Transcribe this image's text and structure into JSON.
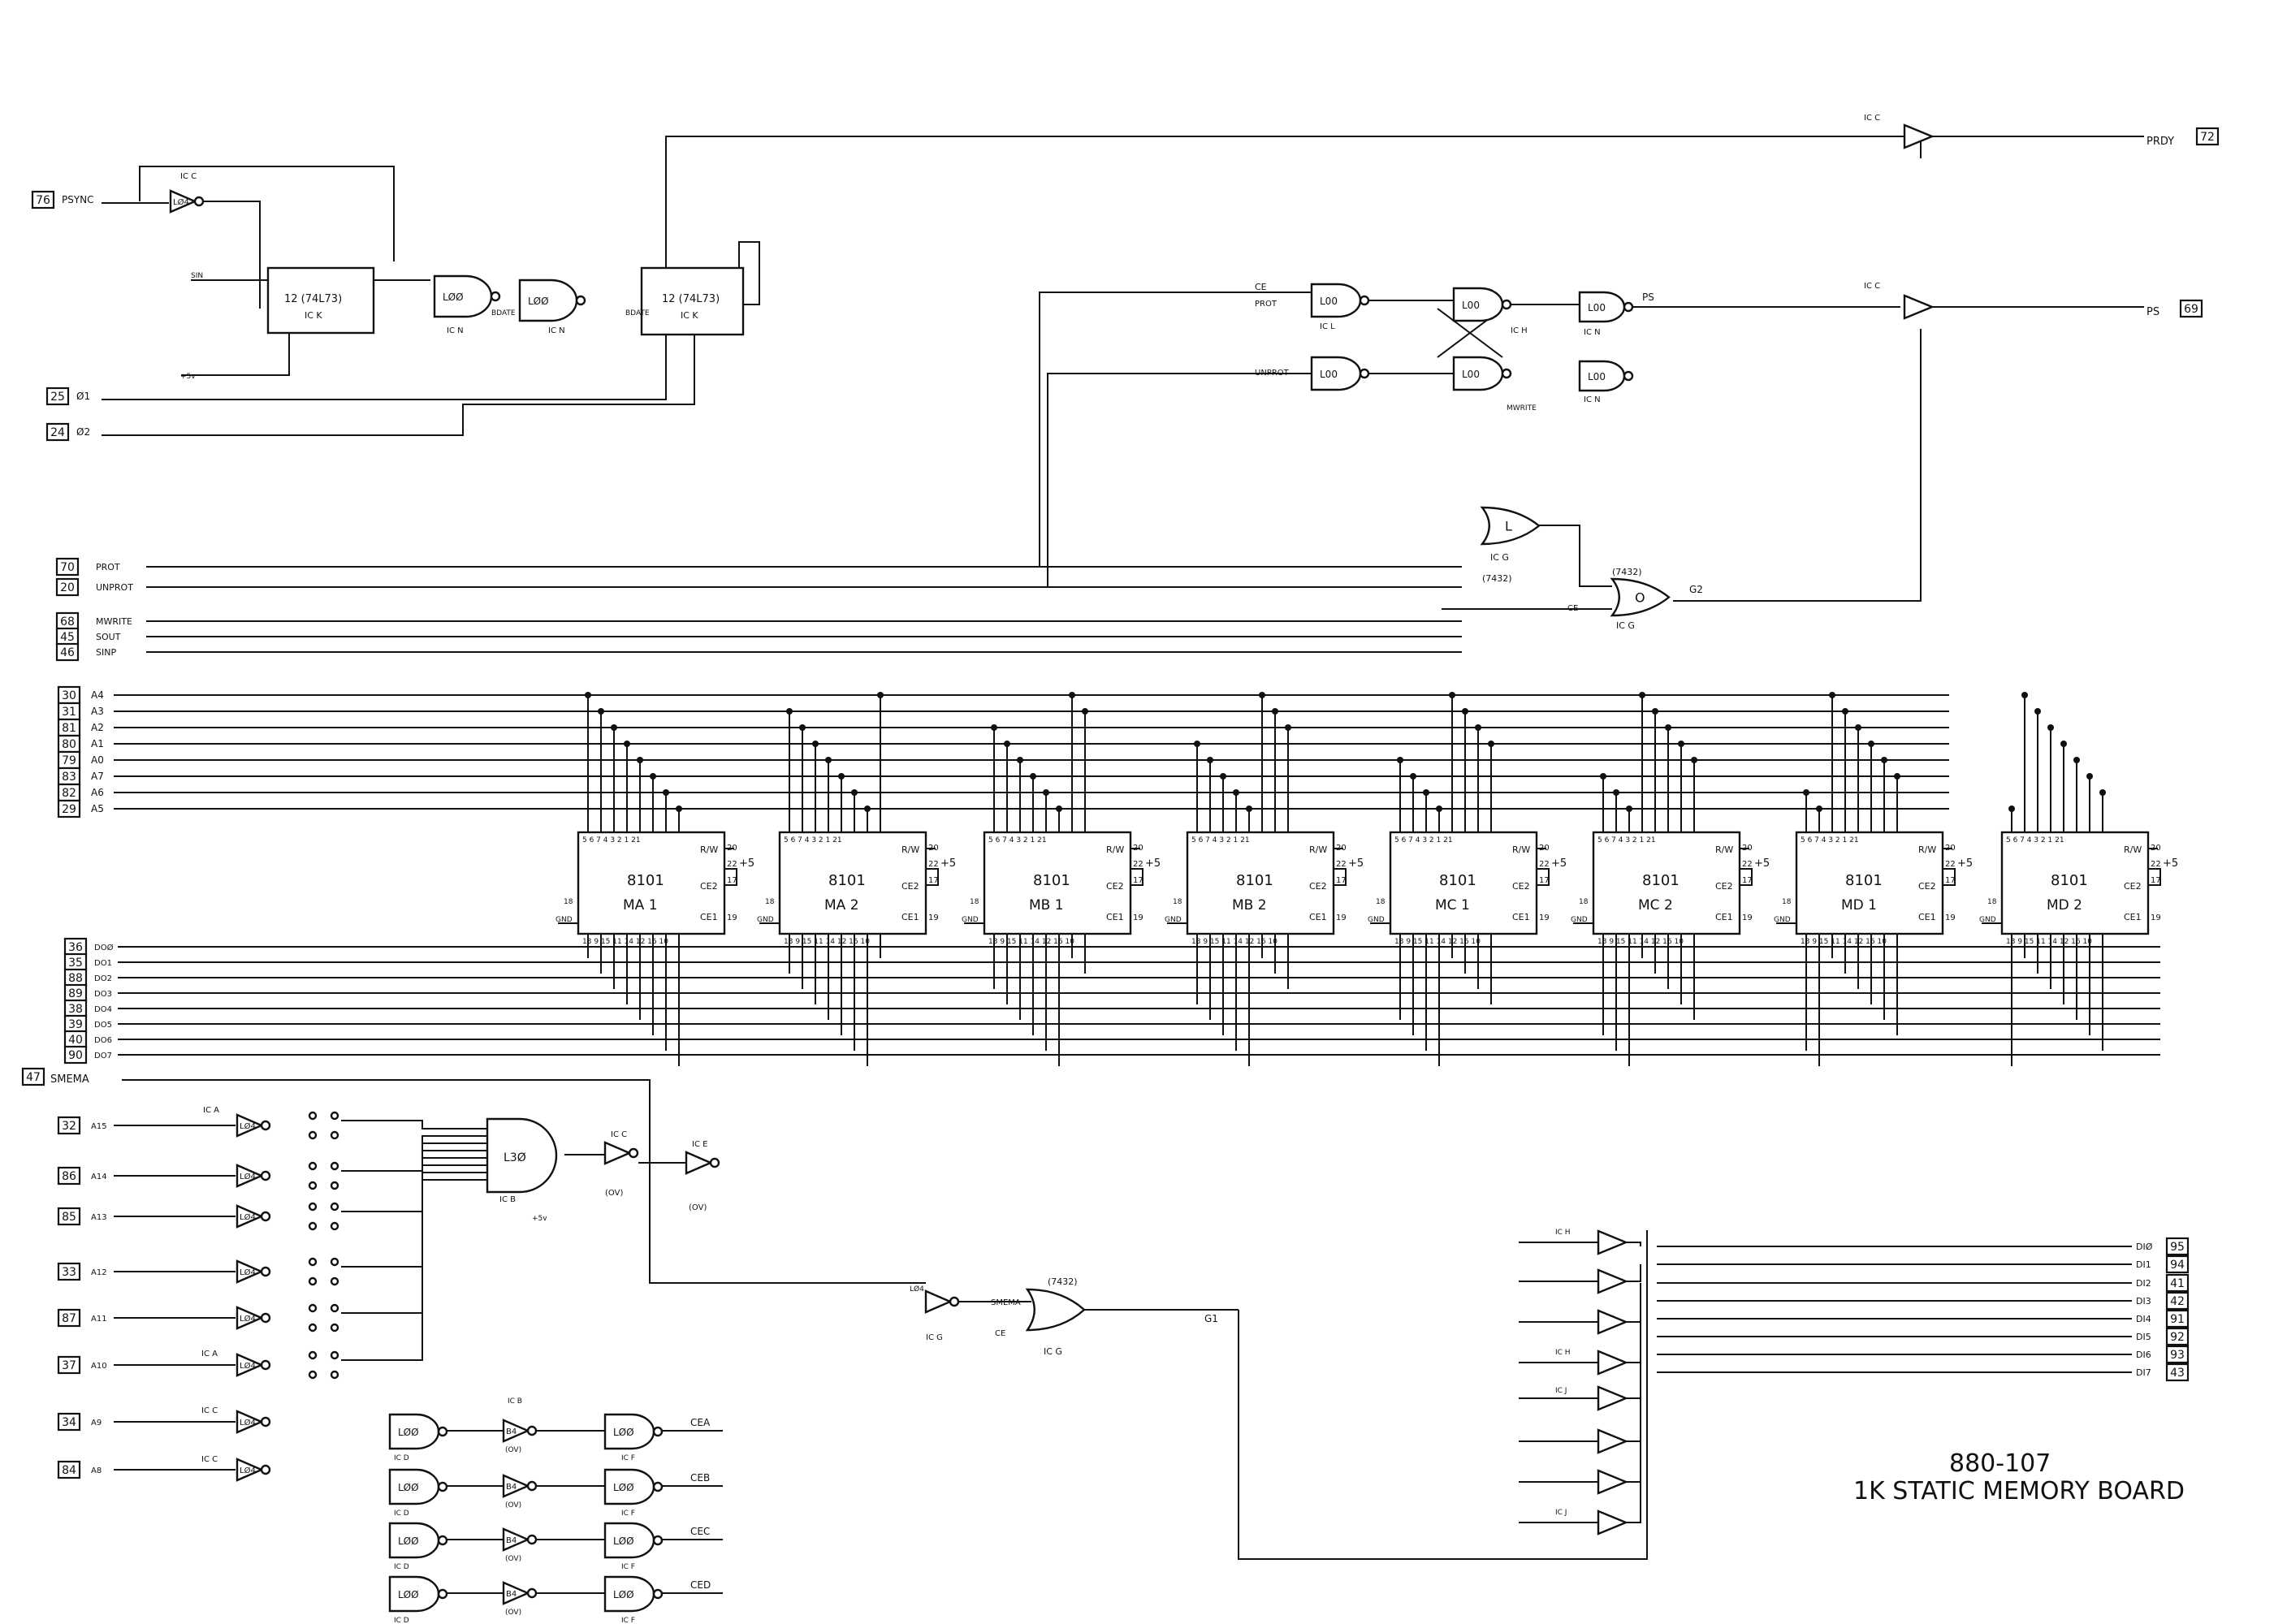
{
  "title": {
    "part_number": "880-107",
    "description": "1K STATIC MEMORY BOARD"
  },
  "connector_left_top": [
    {
      "pin": "76",
      "signal": "PSYNC"
    },
    {
      "pin": "25",
      "signal": "Ø1"
    },
    {
      "pin": "24",
      "signal": "Ø2"
    }
  ],
  "connector_left_control": [
    {
      "pin": "70",
      "signal": "PROT"
    },
    {
      "pin": "20",
      "signal": "UNPROT"
    },
    {
      "pin": "68",
      "signal": "MWRITE"
    },
    {
      "pin": "45",
      "signal": "SOUT"
    },
    {
      "pin": "46",
      "signal": "SINP"
    }
  ],
  "connector_left_address": [
    {
      "pin": "30",
      "signal": "A4"
    },
    {
      "pin": "31",
      "signal": "A3"
    },
    {
      "pin": "81",
      "signal": "A2"
    },
    {
      "pin": "80",
      "signal": "A1"
    },
    {
      "pin": "79",
      "signal": "A0"
    },
    {
      "pin": "83",
      "signal": "A7"
    },
    {
      "pin": "82",
      "signal": "A6"
    },
    {
      "pin": "29",
      "signal": "A5"
    }
  ],
  "connector_left_data": [
    {
      "pin": "36",
      "signal": "DOØ"
    },
    {
      "pin": "35",
      "signal": "DO1"
    },
    {
      "pin": "88",
      "signal": "DO2"
    },
    {
      "pin": "89",
      "signal": "DO3"
    },
    {
      "pin": "38",
      "signal": "DO4"
    },
    {
      "pin": "39",
      "signal": "DO5"
    },
    {
      "pin": "40",
      "signal": "DO6"
    },
    {
      "pin": "90",
      "signal": "DO7"
    }
  ],
  "smema": {
    "pin": "47",
    "signal": "SMEMA"
  },
  "connector_left_hi_address": [
    {
      "pin": "32",
      "signal": "A15"
    },
    {
      "pin": "86",
      "signal": "A14"
    },
    {
      "pin": "85",
      "signal": "A13"
    },
    {
      "pin": "33",
      "signal": "A12"
    },
    {
      "pin": "87",
      "signal": "A11"
    },
    {
      "pin": "37",
      "signal": "A10"
    },
    {
      "pin": "34",
      "signal": "A9"
    },
    {
      "pin": "84",
      "signal": "A8"
    }
  ],
  "connector_right_top": [
    {
      "pin": "72",
      "signal": "PRDY"
    },
    {
      "pin": "69",
      "signal": "PS"
    }
  ],
  "connector_right_data_in": [
    {
      "pin": "95",
      "signal": "DIØ"
    },
    {
      "pin": "94",
      "signal": "DI1"
    },
    {
      "pin": "41",
      "signal": "DI2"
    },
    {
      "pin": "42",
      "signal": "DI3"
    },
    {
      "pin": "91",
      "signal": "DI4"
    },
    {
      "pin": "92",
      "signal": "DI5"
    },
    {
      "pin": "93",
      "signal": "DI6"
    },
    {
      "pin": "43",
      "signal": "DI7"
    }
  ],
  "memory_chips": [
    {
      "part": "8101",
      "ref": "MA 1"
    },
    {
      "part": "8101",
      "ref": "MA 2"
    },
    {
      "part": "8101",
      "ref": "MB 1"
    },
    {
      "part": "8101",
      "ref": "MB 2"
    },
    {
      "part": "8101",
      "ref": "MC 1"
    },
    {
      "part": "8101",
      "ref": "MC 2"
    },
    {
      "part": "8101",
      "ref": "MD 1"
    },
    {
      "part": "8101",
      "ref": "MD 2"
    }
  ],
  "chip_pins": {
    "rw": "R/W",
    "ce2": "CE2",
    "ce1": "CE1",
    "gnd": "GND",
    "rw_num": "20",
    "p22": "22",
    "p17": "17",
    "p19": "19",
    "gnd_num": "18",
    "vcc": "+5",
    "top_pins": "5 6 7 4 3 2 1 21",
    "bottom_pins": "13 9 15 11 14 12 16 10"
  },
  "flipflops": [
    {
      "label": "12 (74L73)",
      "ic": "IC K"
    },
    {
      "label": "12 (74L73)",
      "ic": "IC K"
    }
  ],
  "gates_labels": {
    "l04": "LØ4",
    "l00": "LØØ",
    "l30": "L3Ø",
    "l00b": "L00",
    "icc": "IC C",
    "icn": "IC N",
    "icl": "IC L",
    "ich": "IC H",
    "icg": "IC G",
    "icb": "IC B",
    "icd": "IC D",
    "icf": "IC F",
    "ica": "IC A",
    "ice": "IC E",
    "icj": "IC J",
    "ov": "(OV)",
    "or7432": "(7432)",
    "gate_l": "L",
    "gate_o": "O",
    "b4": "B4",
    "plus5": "+5v",
    "sin": "SIN",
    "ce_tag": "CE",
    "prot": "PROT",
    "unprot": "UNPROT",
    "mwrite": "MWRITE",
    "ps_bar": "PS",
    "g2": "G2",
    "g1": "G1",
    "smema_g": "SMEMA",
    "bdate": "BDATE",
    "ce_bar": "CE"
  },
  "decoder_outputs": [
    "CEA",
    "CEB",
    "CEC",
    "CED"
  ],
  "colors": {
    "ink": "#111111",
    "paper": "#ffffff"
  }
}
